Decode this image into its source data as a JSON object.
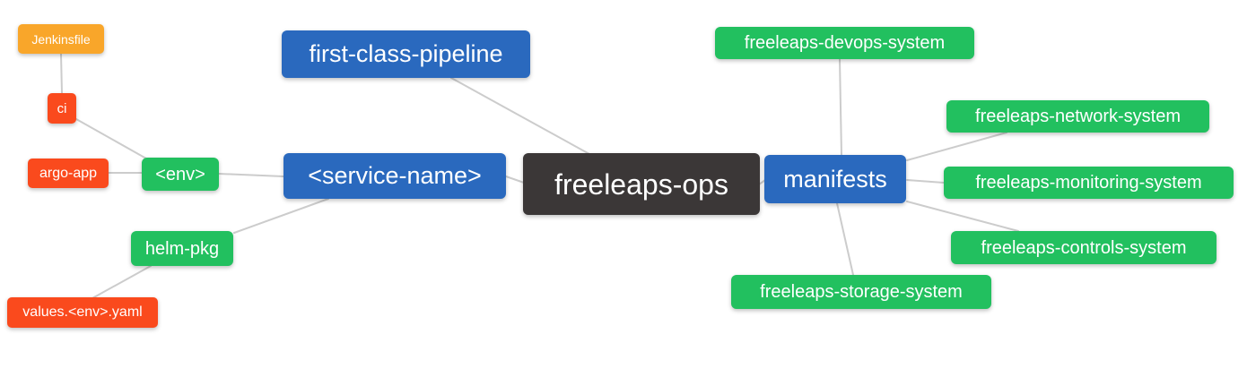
{
  "diagram": {
    "type": "mindmap",
    "root": "freeleaps-ops"
  },
  "palette": {
    "root_dark": "#3b3737",
    "branch_blue": "#2a69be",
    "leaf_green": "#22c05f",
    "leaf_red": "#fa4a1d",
    "leaf_orange": "#f9a62a",
    "edge_gray": "#cccccc",
    "node_text": "#ffffff",
    "background": "#ffffff"
  },
  "nodes": {
    "root": {
      "label": "freeleaps-ops"
    },
    "first_class_pipeline": {
      "label": "first-class-pipeline"
    },
    "service_name": {
      "label": "<service-name>"
    },
    "manifests": {
      "label": "manifests"
    },
    "env": {
      "label": "<env>"
    },
    "helm_pkg": {
      "label": "helm-pkg"
    },
    "ci": {
      "label": "ci"
    },
    "argo_app": {
      "label": "argo-app"
    },
    "jenkinsfile": {
      "label": "Jenkinsfile"
    },
    "values_env_yaml": {
      "label": "values.<env>.yaml"
    },
    "devops_system": {
      "label": "freeleaps-devops-system"
    },
    "network_system": {
      "label": "freeleaps-network-system"
    },
    "monitoring_system": {
      "label": "freeleaps-monitoring-system"
    },
    "controls_system": {
      "label": "freeleaps-controls-system"
    },
    "storage_system": {
      "label": "freeleaps-storage-system"
    }
  },
  "edges": [
    {
      "from": "jenkinsfile",
      "to": "ci"
    },
    {
      "from": "ci",
      "to": "env"
    },
    {
      "from": "argo_app",
      "to": "env"
    },
    {
      "from": "env",
      "to": "service_name"
    },
    {
      "from": "helm_pkg",
      "to": "service_name"
    },
    {
      "from": "values_env_yaml",
      "to": "helm_pkg"
    },
    {
      "from": "first_class_pipeline",
      "to": "root"
    },
    {
      "from": "service_name",
      "to": "root"
    },
    {
      "from": "root",
      "to": "manifests"
    },
    {
      "from": "manifests",
      "to": "devops_system"
    },
    {
      "from": "manifests",
      "to": "network_system"
    },
    {
      "from": "manifests",
      "to": "monitoring_system"
    },
    {
      "from": "manifests",
      "to": "controls_system"
    },
    {
      "from": "manifests",
      "to": "storage_system"
    }
  ]
}
